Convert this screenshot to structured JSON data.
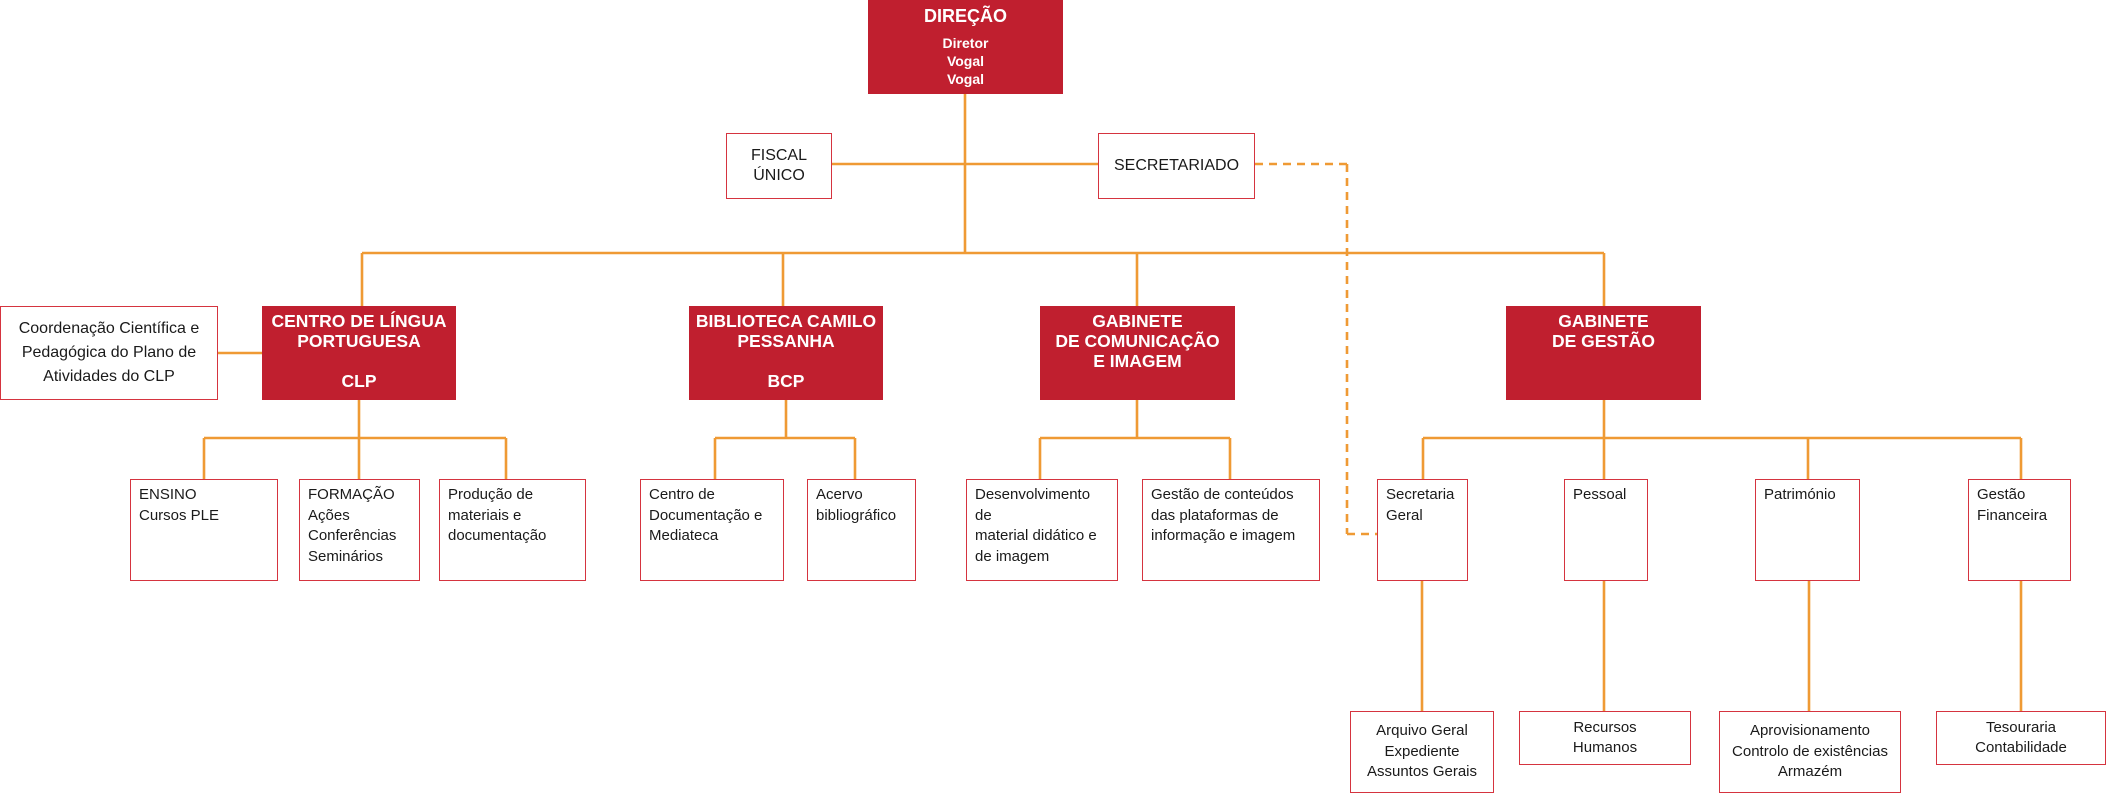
{
  "direcao": {
    "title": "DIREÇÃO",
    "members": [
      "Diretor",
      "Vogal",
      "Vogal"
    ]
  },
  "fiscal": {
    "lines": [
      "FISCAL",
      "ÚNICO"
    ]
  },
  "secretariado": {
    "label": "SECRETARIADO"
  },
  "coordenacao": {
    "lines": [
      "Coordenação Científica e",
      "Pedagógica do Plano de",
      "Atividades do CLP"
    ]
  },
  "clp": {
    "title": [
      "CENTRO DE LÍNGUA",
      "PORTUGUESA"
    ],
    "abbr": "CLP"
  },
  "bcp": {
    "title": [
      "BIBLIOTECA CAMILO",
      "PESSANHA"
    ],
    "abbr": "BCP"
  },
  "gci": {
    "title": [
      "GABINETE",
      "DE COMUNICAÇÃO",
      "E IMAGEM"
    ]
  },
  "gg": {
    "title": [
      "GABINETE",
      "DE GESTÃO"
    ]
  },
  "clp_units": [
    {
      "lines": [
        "ENSINO",
        "Cursos PLE"
      ]
    },
    {
      "lines": [
        "FORMAÇÃO",
        "Ações",
        "Conferências",
        "Seminários"
      ]
    },
    {
      "lines": [
        "Produção de",
        "materiais e",
        "documentação"
      ]
    }
  ],
  "bcp_units": [
    {
      "lines": [
        "Centro de",
        "Documentação e",
        "Mediateca"
      ]
    },
    {
      "lines": [
        "Acervo",
        "bibliográfico"
      ]
    }
  ],
  "gci_units": [
    {
      "lines": [
        "Desenvolvimento de",
        "material didático e",
        "de imagem"
      ]
    },
    {
      "lines": [
        "Gestão de conteúdos",
        "das plataformas de",
        "informação e imagem"
      ]
    }
  ],
  "gg_units": [
    {
      "lines": [
        "Secretaria",
        "Geral"
      ]
    },
    {
      "lines": [
        "Pessoal"
      ]
    },
    {
      "lines": [
        "Património"
      ]
    },
    {
      "lines": [
        "Gestão",
        "Financeira"
      ]
    }
  ],
  "gg_sub_units": [
    {
      "lines": [
        "Arquivo Geral",
        "Expediente",
        "Assuntos Gerais"
      ]
    },
    {
      "lines": [
        "Recursos",
        "Humanos"
      ]
    },
    {
      "lines": [
        "Aprovisionamento",
        "Controlo de existências",
        "Armazém"
      ]
    },
    {
      "lines": [
        "Tesouraria",
        "Contabilidade"
      ]
    }
  ]
}
